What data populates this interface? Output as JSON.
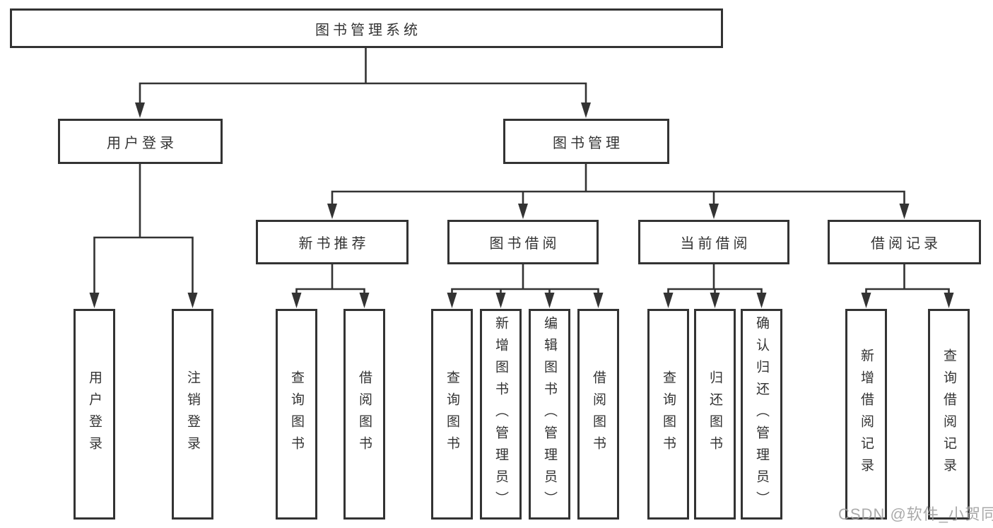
{
  "diagram": {
    "type": "hierarchy",
    "root": {
      "label": "图书管理系统",
      "children": [
        {
          "label": "用户登录",
          "children": [
            {
              "label": "用户登录"
            },
            {
              "label": "注销登录"
            }
          ]
        },
        {
          "label": "图书管理",
          "children": [
            {
              "label": "新书推荐",
              "children": [
                {
                  "label": "查询图书"
                },
                {
                  "label": "借阅图书"
                }
              ]
            },
            {
              "label": "图书借阅",
              "children": [
                {
                  "label": "查询图书"
                },
                {
                  "label": "新增图书（管理员）"
                },
                {
                  "label": "编辑图书（管理员）"
                },
                {
                  "label": "借阅图书"
                }
              ]
            },
            {
              "label": "当前借阅",
              "children": [
                {
                  "label": "查询图书"
                },
                {
                  "label": "归还图书"
                },
                {
                  "label": "确认归还（管理员）"
                }
              ]
            },
            {
              "label": "借阅记录",
              "children": [
                {
                  "label": "新增借阅记录"
                },
                {
                  "label": "查询借阅记录"
                }
              ]
            }
          ]
        }
      ]
    }
  },
  "watermark": {
    "text": "CSDN @软件_小贺同学"
  },
  "colors": {
    "background": "#ffffff",
    "line": "#333333",
    "box_border": "#333333",
    "text": "#333333",
    "watermark": "#9e9e9e"
  }
}
